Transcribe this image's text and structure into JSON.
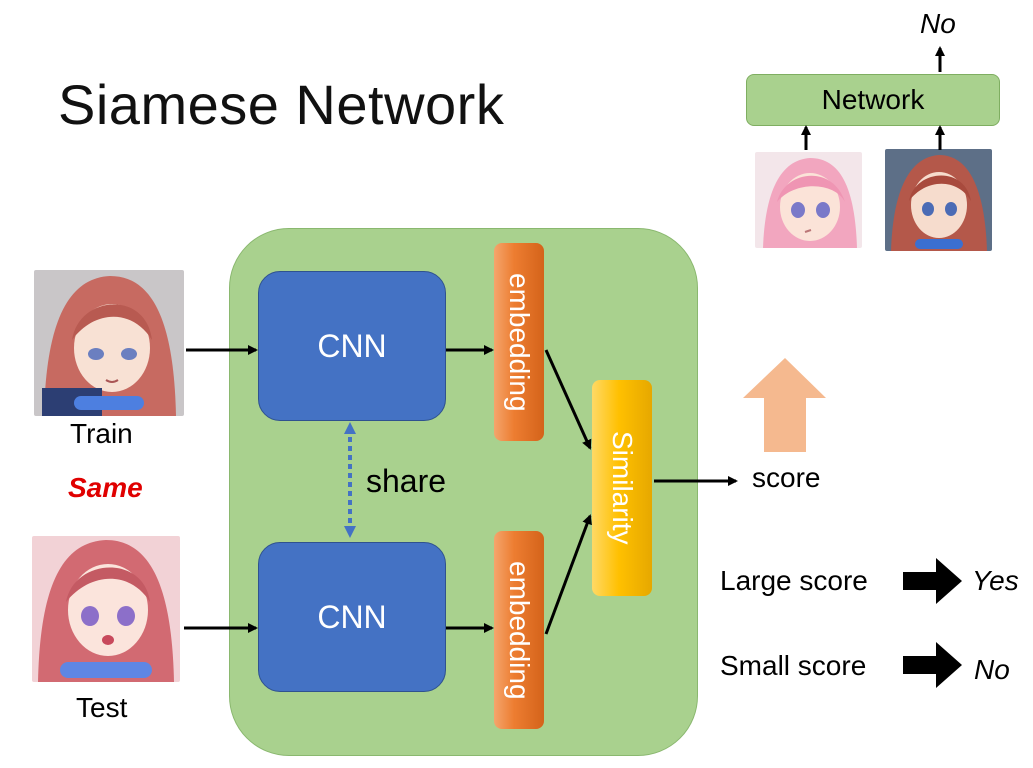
{
  "title": "Siamese Network",
  "left_labels": {
    "train": "Train",
    "same": "Same",
    "test": "Test"
  },
  "blocks": {
    "cnn_top": "CNN",
    "cnn_bottom": "CNN",
    "embedding_top": "embedding",
    "embedding_bottom": "embedding",
    "similarity": "Similarity"
  },
  "share_label": "share",
  "score_label": "score",
  "rules": [
    {
      "condition": "Large score",
      "result": "Yes"
    },
    {
      "condition": "Small score",
      "result": "No"
    }
  ],
  "inset": {
    "network_label": "Network",
    "output": "No"
  },
  "colors": {
    "panel": "#a9d18e",
    "cnn": "#4472c4",
    "embedding": "#ed7d31",
    "similarity": "#ffc000",
    "same_text": "#e00000",
    "share_arrow": "#4472c4",
    "up_arrow": "#f4b183"
  }
}
